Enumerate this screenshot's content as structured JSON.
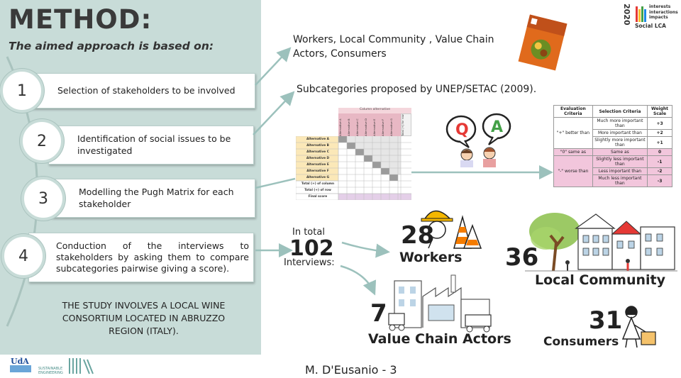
{
  "title": "METHOD:",
  "subtitle": "The aimed approach is based on:",
  "steps": [
    {
      "number": "1",
      "text": "Selection of stakeholders to be involved"
    },
    {
      "number": "2",
      "text": "Identification of social issues to be investigated"
    },
    {
      "number": "3",
      "text": "Modelling the Pugh Matrix for each stakeholder"
    },
    {
      "number": "4",
      "text": "Conduction of the interviews to stakeholders by asking them to compare subcategories pairwise giving a score)."
    }
  ],
  "study_note": "THE STUDY INVOLVES A LOCAL WINE CONSORTIUM LOCATED IN ABRUZZO REGION (ITALY).",
  "stakeholders_text": "Workers, Local Community , Value Chain Actors, Consumers",
  "subcategories_text": "Subcategories proposed by UNEP/SETAC (2009).",
  "interviews": {
    "prefix": "In total",
    "total": "102",
    "suffix": "Interviews:",
    "groups": [
      {
        "count": "28",
        "label": "Workers"
      },
      {
        "count": "36",
        "label": "Local Community"
      },
      {
        "count": "7",
        "label": "Value Chain Actors"
      },
      {
        "count": "31",
        "label": "Consumers"
      }
    ]
  },
  "logo": {
    "year": "2020",
    "lines": [
      "interests",
      "interactions",
      "impacts",
      "Social LCA"
    ],
    "colors": [
      "#e53935",
      "#fbc02d",
      "#43a047",
      "#1e88e5",
      "#8e24aa"
    ]
  },
  "qa": {
    "q": "Q",
    "a": "A"
  },
  "footer": "M. D'Eusanio - 3",
  "footer_logos": {
    "uda": "UdA",
    "sustainable": "SUSTAINABLE ENGINEERING"
  },
  "pugh_matrix": {
    "header": "Column alternative",
    "columns": [
      "Alternative A",
      "Alternative B",
      "Alternative C",
      "Alternative D",
      "Alternative E",
      "Alternative F",
      "Alternative G",
      "Total (+) for row"
    ],
    "rows": [
      "Alternative A",
      "Alternative B",
      "Alternative C",
      "Alternative D",
      "Alternative E",
      "Alternative F",
      "Alternative G",
      "Total (+) of column",
      "Total (+) of row",
      "Final score"
    ]
  },
  "evaluation_table": {
    "headers": [
      "Evaluation Criteria",
      "Selection Criteria",
      "Weight Scale"
    ],
    "groups": [
      {
        "label": "\"+\" better than",
        "rows": [
          [
            "Much more important than",
            "+3"
          ],
          [
            "More important than",
            "+2"
          ],
          [
            "Slightly more important than",
            "+1"
          ]
        ]
      },
      {
        "label": "\"0\" same as",
        "rows": [
          [
            "Same as",
            "0"
          ]
        ]
      },
      {
        "label": "\"-\" worse than",
        "rows": [
          [
            "Slightly less important than",
            "-1"
          ],
          [
            "Less important than",
            "-2"
          ],
          [
            "Much less important than",
            "-3"
          ]
        ]
      }
    ]
  }
}
